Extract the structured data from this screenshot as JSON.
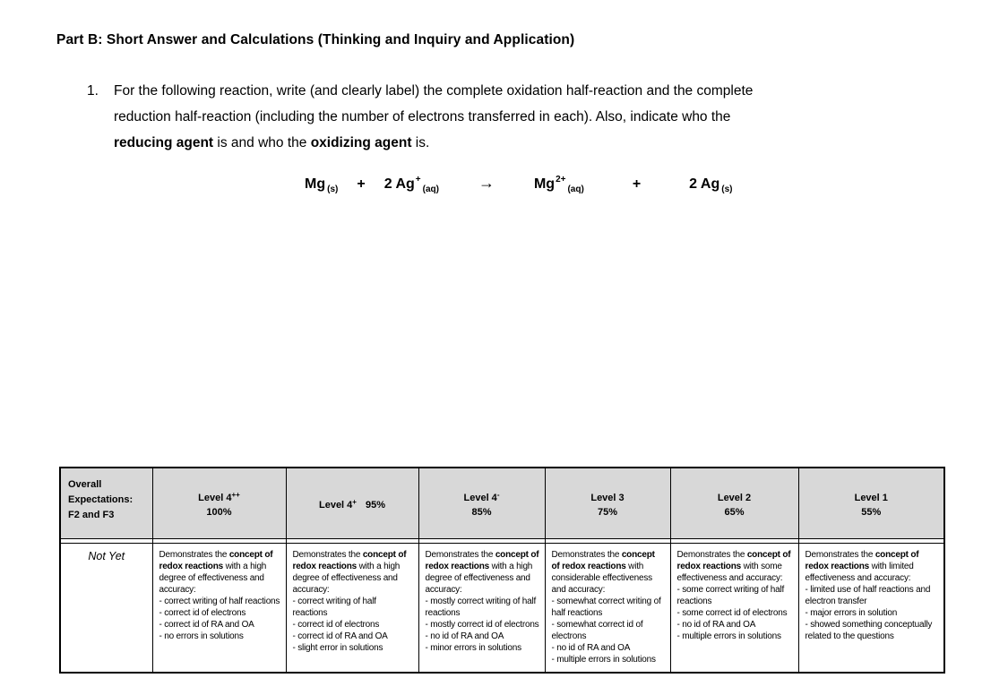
{
  "title": "Part B: Short Answer and Calculations (Thinking and Inquiry and Application)",
  "question": {
    "number": "1.",
    "line1": "For the following reaction, write (and clearly label) the complete oxidation half-reaction and the complete",
    "line2": "reduction half-reaction (including the number of electrons transferred in each).  Also, indicate who the",
    "line3": {
      "bold1": "reducing agent",
      "mid": " is and who the ",
      "bold2": "oxidizing agent",
      "end": " is."
    }
  },
  "equation": {
    "t1": {
      "main": "Mg",
      "sub": "(s)"
    },
    "op1": "+",
    "t2": {
      "main": "2 Ag",
      "sup": "+",
      "sub": "(aq)"
    },
    "arrow": "→",
    "t3": {
      "main": "Mg",
      "sup": "2+",
      "sub": "(aq)"
    },
    "op2": "+",
    "t4": {
      "main": "2 Ag",
      "sub": "(s)"
    }
  },
  "rubric": {
    "corner": "Overall Expectations: F2 and F3",
    "row_label": "Not Yet",
    "levels": [
      {
        "label": "Level 4",
        "sup": "++",
        "pct": "100%"
      },
      {
        "label": "Level 4",
        "sup": "+",
        "pct": "95%"
      },
      {
        "label": "Level 4",
        "sup": "-",
        "pct": "85%"
      },
      {
        "label": "Level 3",
        "sup": "",
        "pct": "75%"
      },
      {
        "label": "Level 2",
        "sup": "",
        "pct": "65%"
      },
      {
        "label": "Level 1",
        "sup": "",
        "pct": "55%"
      }
    ],
    "cells": [
      {
        "pre": "Demonstrates the ",
        "bold": "concept of redox reactions",
        "post": " with a high degree of effectiveness and accuracy:",
        "b1": "- correct writing of half reactions",
        "b2": "- correct id of electrons",
        "b3": "- correct id of RA and OA",
        "b4": "- no errors in solutions"
      },
      {
        "pre": "Demonstrates the ",
        "bold": "concept of redox reactions",
        "post": " with a high degree of effectiveness and accuracy:",
        "b1": "- correct writing of half reactions",
        "b2": "- correct id of electrons",
        "b3": "- correct id of RA and OA",
        "b4": "- slight error in solutions"
      },
      {
        "pre": "Demonstrates the ",
        "bold": "concept of redox reactions",
        "post": " with a high degree of effectiveness and accuracy:",
        "b1": "- mostly correct writing of half reactions",
        "b2": "- mostly correct id of electrons",
        "b3": "- no id of RA and OA",
        "b4": "- minor errors in solutions"
      },
      {
        "pre": "Demonstrates the ",
        "bold": "concept of redox reactions",
        "post": " with considerable effectiveness and accuracy:",
        "b1": "-  somewhat correct writing of half reactions",
        "b2": "- somewhat correct id of electrons",
        "b3": "- no id of RA and OA",
        "b4": "- multiple errors in solutions"
      },
      {
        "pre": "Demonstrates the ",
        "bold": "concept of redox reactions",
        "post": " with some effectiveness and accuracy:",
        "b1": "-  some correct writing of half reactions",
        "b2": "- some correct id of electrons",
        "b3": "-  no id of RA and OA",
        "b4": "- multiple errors in solutions"
      },
      {
        "pre": "Demonstrates the ",
        "bold": "concept of redox reactions",
        "post": " with limited effectiveness and accuracy:",
        "b1": "- limited use of half reactions and electron transfer",
        "b2": "- major errors in solution",
        "b3": "- showed something conceptually related to the questions",
        "b4": ""
      }
    ]
  }
}
